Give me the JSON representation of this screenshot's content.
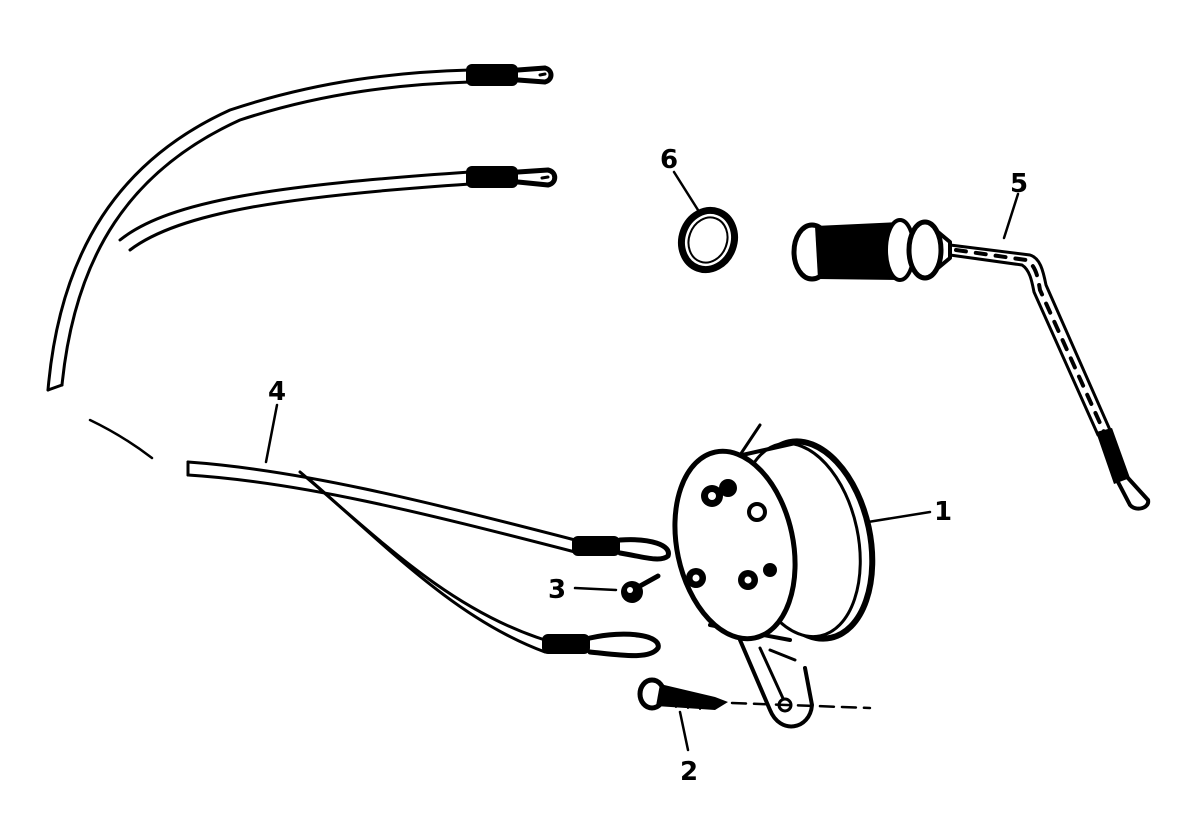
{
  "colors": {
    "ink": "#000000",
    "paper": "#ffffff"
  },
  "callouts": [
    {
      "id": "1",
      "label": "1"
    },
    {
      "id": "2",
      "label": "2"
    },
    {
      "id": "3",
      "label": "3"
    },
    {
      "id": "4",
      "label": "4"
    },
    {
      "id": "5",
      "label": "5"
    },
    {
      "id": "6",
      "label": "6"
    }
  ]
}
